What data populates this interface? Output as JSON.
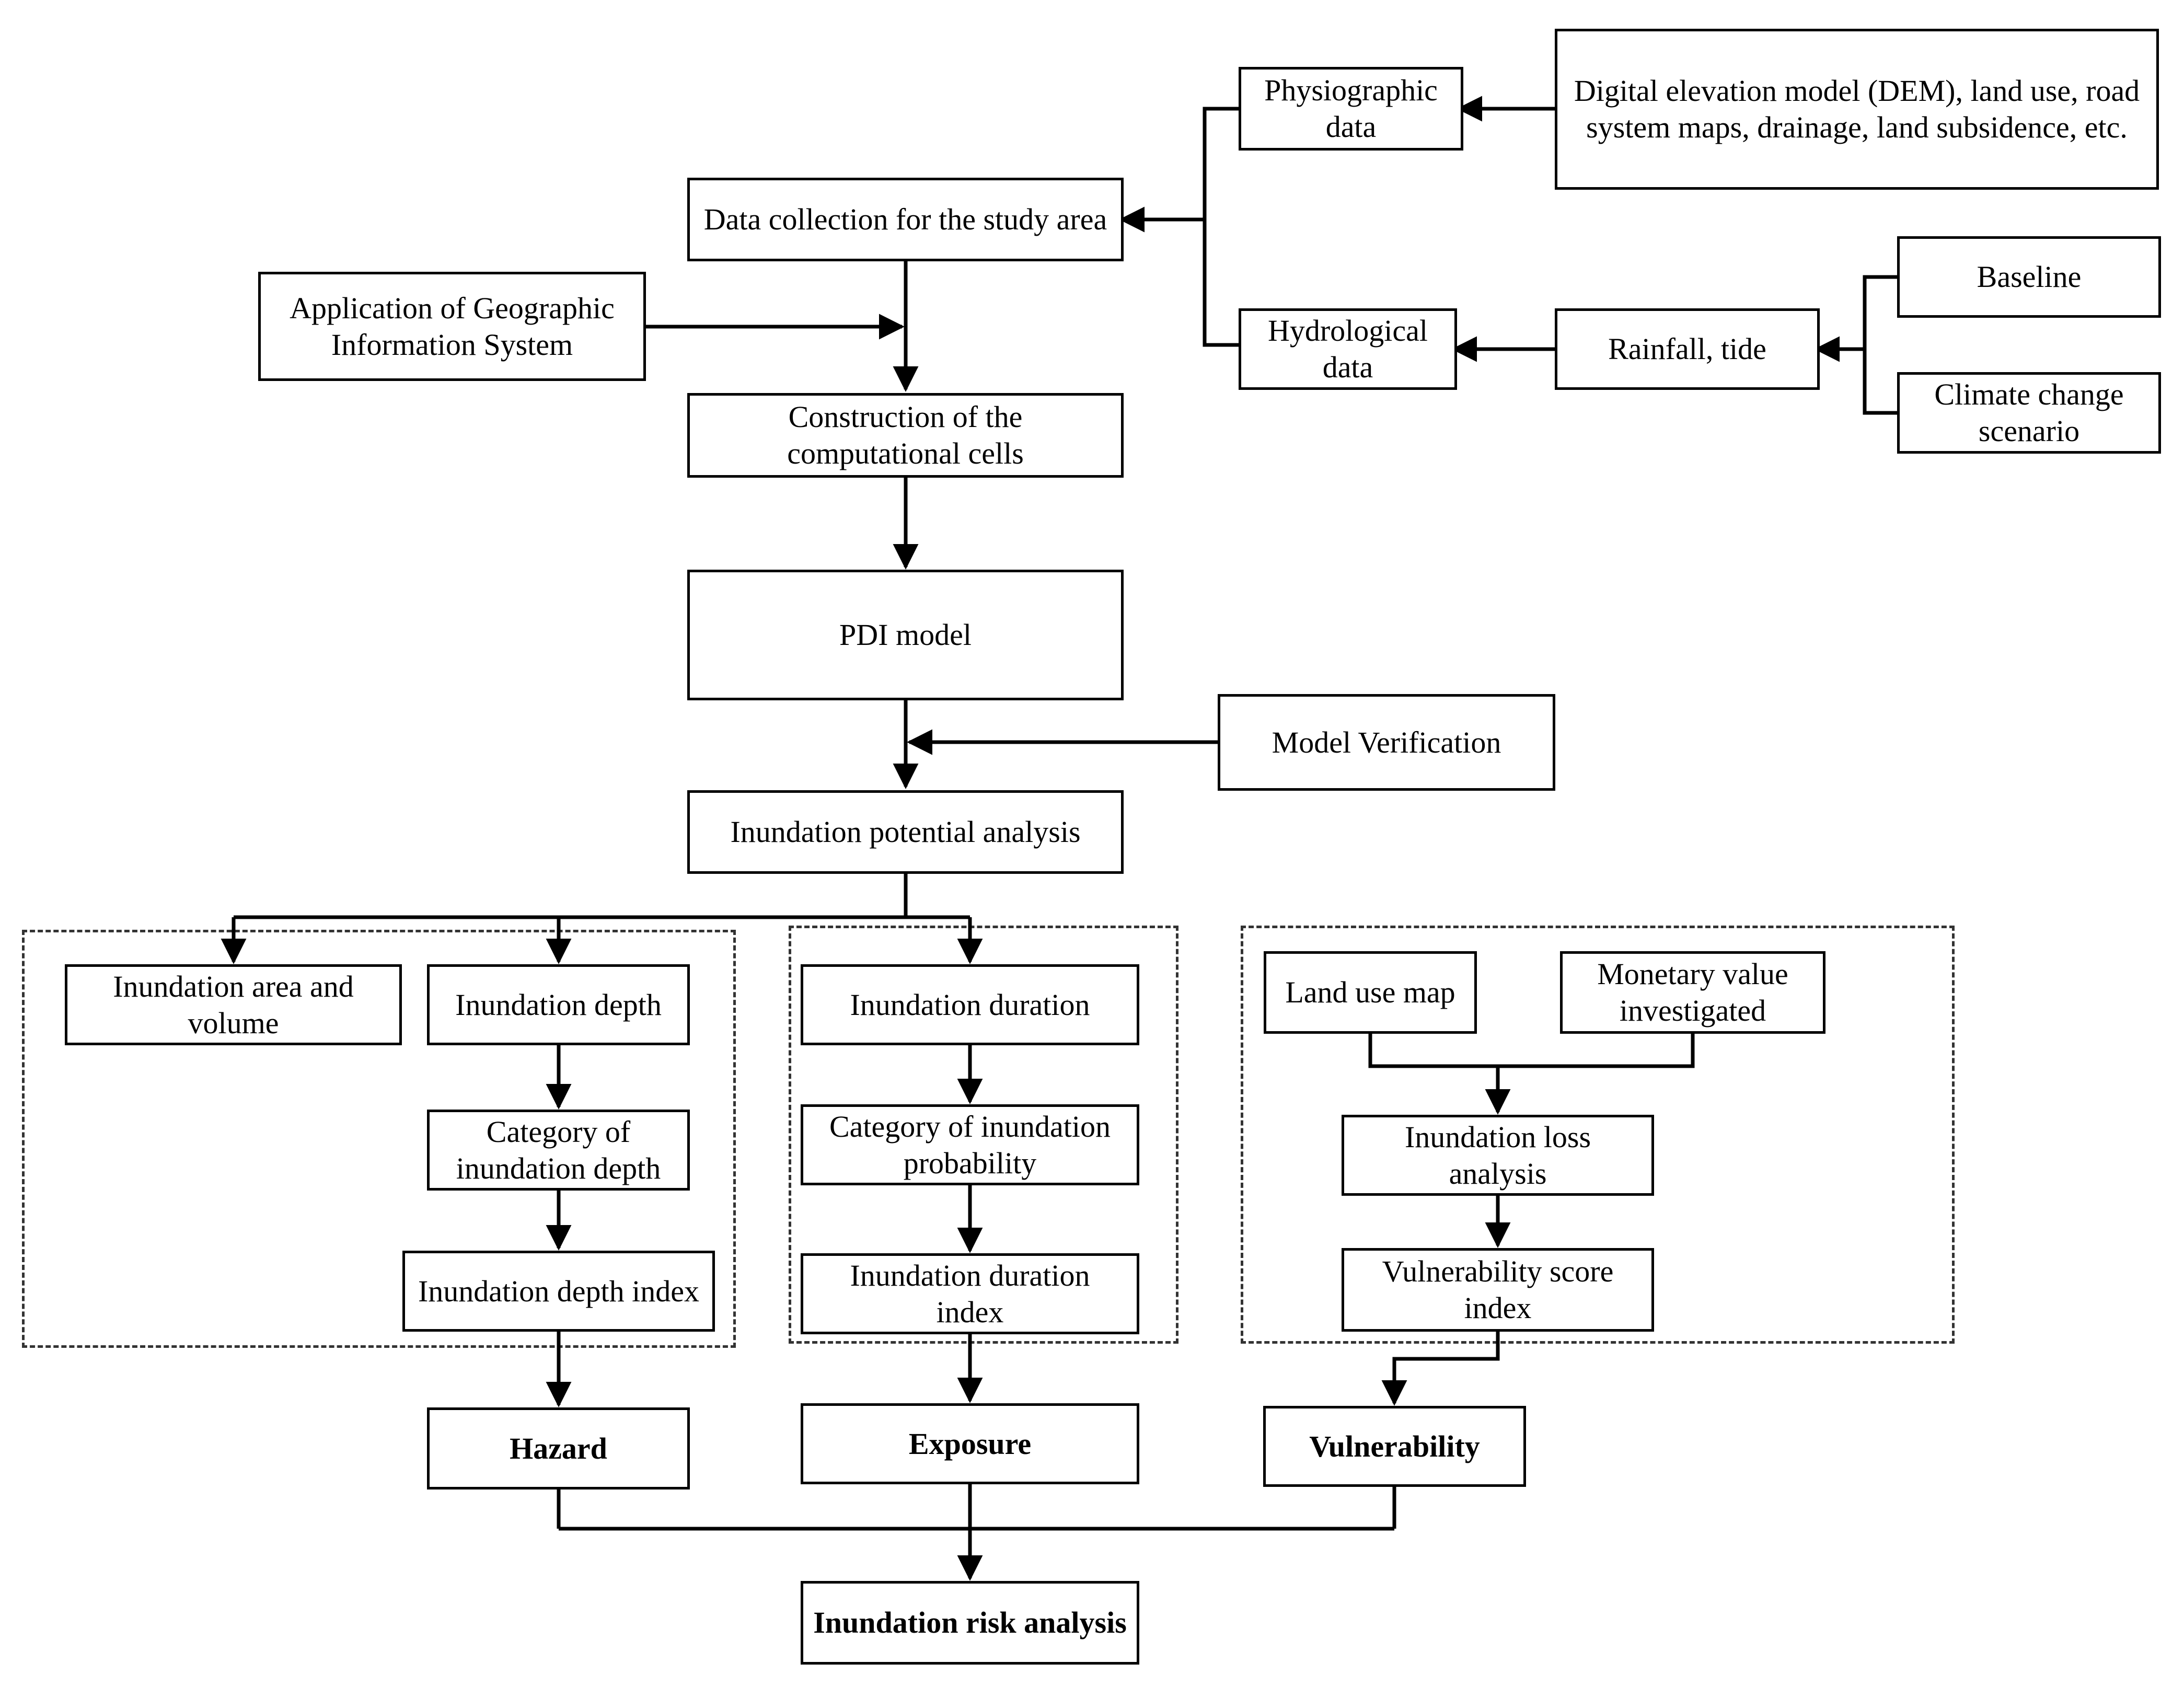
{
  "nodes": {
    "physiographic": "Physiographic data",
    "dem": "Digital elevation model (DEM), land use, road system maps, drainage, land subsidence, etc.",
    "data_collection": "Data collection for the study area",
    "gis": "Application of Geographic Information System",
    "hydrological": "Hydrological data",
    "rainfall": "Rainfall, tide",
    "baseline": "Baseline",
    "climate": "Climate change scenario",
    "construction": "Construction of the computational cells",
    "pdi": "PDI model",
    "verification": "Model Verification",
    "potential": "Inundation potential analysis",
    "area_volume": "Inundation area and volume",
    "depth": "Inundation depth",
    "cat_depth": "Category of inundation depth",
    "depth_index": "Inundation depth index",
    "duration": "Inundation duration",
    "cat_prob": "Category of inundation probability",
    "duration_index": "Inundation duration index",
    "land_use": "Land use map",
    "monetary": "Monetary value investigated",
    "loss": "Inundation loss analysis",
    "vuln_score": "Vulnerability score index",
    "hazard": "Hazard",
    "exposure": "Exposure",
    "vulnerability": "Vulnerability",
    "risk": "Inundation risk analysis"
  }
}
